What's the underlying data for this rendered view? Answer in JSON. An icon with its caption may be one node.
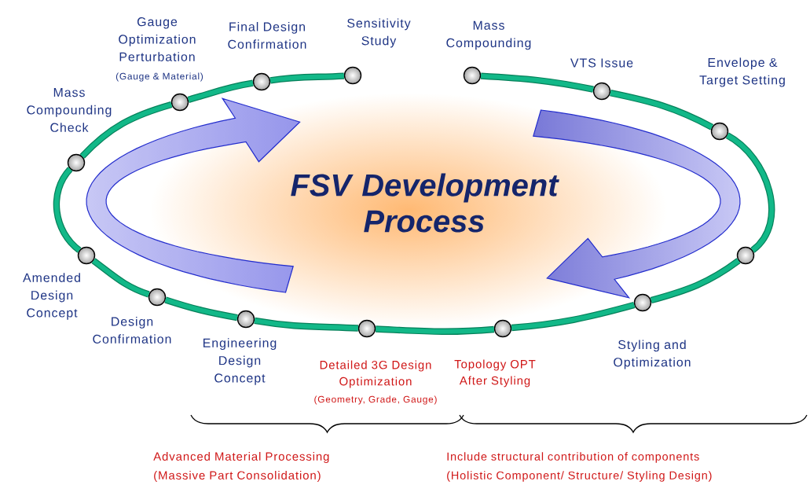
{
  "diagram": {
    "title": "FSV Development Process",
    "nodes": [
      {
        "text": [],
        "shape": "circle",
        "beside": [
          "Mass Compounding"
        ]
      },
      {
        "text": [],
        "shape": "circle",
        "beside": [
          "VTS Issue"
        ]
      },
      {
        "text": [],
        "shape": "circle",
        "beside": [
          "Envelope & Target Setting"
        ]
      },
      {
        "text": [],
        "shape": "circle"
      },
      {
        "text": [],
        "shape": "circle",
        "beside": [
          "Styling and Optimization"
        ]
      },
      {
        "text": [],
        "shape": "circle",
        "beside": [
          "Topology OPT After Styling"
        ]
      },
      {
        "text": [],
        "shape": "circle",
        "beside": [
          "Detailed 3G Design Optimization",
          "(Geometry, Grade, Gauge)"
        ]
      },
      {
        "text": [],
        "shape": "circle",
        "beside": [
          "Engineering Design Concept"
        ]
      },
      {
        "text": [],
        "shape": "circle",
        "beside": [
          "Design Confirmation"
        ]
      },
      {
        "text": [],
        "shape": "circle",
        "beside": [
          "Amended Design Concept"
        ]
      },
      {
        "text": [],
        "shape": "circle",
        "beside": [
          "Mass Compounding Check"
        ]
      },
      {
        "text": [],
        "shape": "circle",
        "beside": [
          "Gauge Optimization Perturbation",
          "(Gauge & Material)"
        ]
      },
      {
        "text": [],
        "shape": "circle",
        "beside": [
          "Final Design Confirmation"
        ]
      },
      {
        "text": [],
        "shape": "circle",
        "beside": [
          "Sensitivity Study"
        ]
      }
    ],
    "edges": [
      {
        "from": 0,
        "to": 1,
        "arrow": "none"
      },
      {
        "from": 1,
        "to": 2,
        "arrow": "none"
      },
      {
        "from": 2,
        "to": 3,
        "arrow": "none"
      },
      {
        "from": 3,
        "to": 4,
        "arrow": "none"
      },
      {
        "from": 4,
        "to": 5,
        "arrow": "none"
      },
      {
        "from": 5,
        "to": 6,
        "arrow": "none"
      },
      {
        "from": 6,
        "to": 7,
        "arrow": "none"
      },
      {
        "from": 7,
        "to": 8,
        "arrow": "none"
      },
      {
        "from": 8,
        "to": 9,
        "arrow": "none"
      },
      {
        "from": 9,
        "to": 10,
        "arrow": "none"
      },
      {
        "from": 10,
        "to": 11,
        "arrow": "none"
      },
      {
        "from": 11,
        "to": 12,
        "arrow": "none"
      },
      {
        "from": 12,
        "to": 13,
        "arrow": "none"
      }
    ],
    "labels": [
      "Advanced Material Processing",
      "(Massive Part Consolidation)",
      "Include structural contribution of components",
      "(Holistic Component/ Structure/ Styling Design)"
    ]
  }
}
